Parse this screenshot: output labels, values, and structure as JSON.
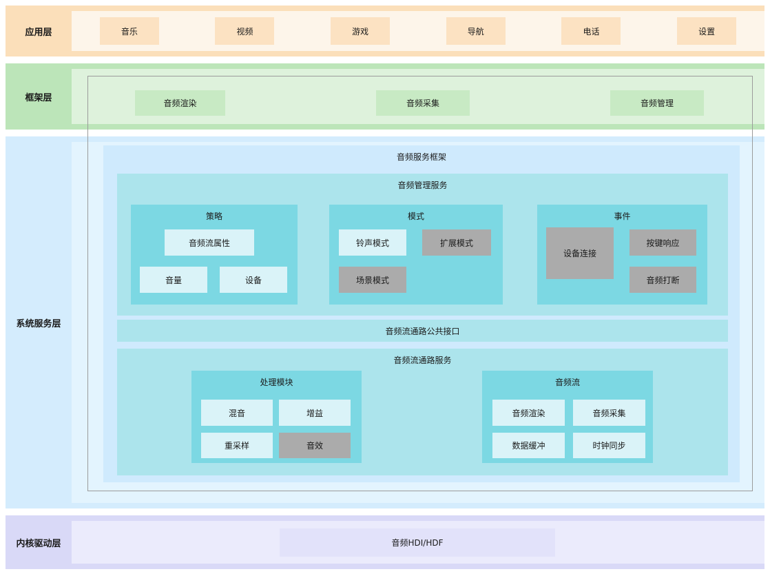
{
  "layers": {
    "app": {
      "label": "应用层",
      "apps": [
        "音乐",
        "视频",
        "游戏",
        "导航",
        "电话",
        "设置"
      ]
    },
    "framework": {
      "label": "框架层",
      "modules": [
        "音频渲染",
        "音频采集",
        "音频管理"
      ]
    },
    "system": {
      "label": "系统服务层",
      "service_framework_title": "音频服务框架",
      "management_service": {
        "title": "音频管理服务",
        "policy": {
          "title": "策略",
          "stream_attr": "音频流属性",
          "volume": "音量",
          "device": "设备"
        },
        "mode": {
          "title": "模式",
          "ring": "铃声模式",
          "extend": "扩展模式",
          "scene": "场景模式"
        },
        "event": {
          "title": "事件",
          "device_connect": "设备连接",
          "key_response": "按键响应",
          "audio_interrupt": "音频打断"
        }
      },
      "stream_interface_title": "音频流通路公共接口",
      "stream_service": {
        "title": "音频流通路服务",
        "processing": {
          "title": "处理模块",
          "mix": "混音",
          "gain": "增益",
          "resample": "重采样",
          "effect": "音效"
        },
        "stream": {
          "title": "音频流",
          "render": "音频渲染",
          "capture": "音频采集",
          "buffer": "数据缓冲",
          "clock": "时钟同步"
        }
      }
    },
    "kernel": {
      "label": "内核驱动层",
      "hdi": "音频HDI/HDF"
    }
  },
  "colors": {
    "app_band": "#fbdfba",
    "app_panel": "#fdf5ea",
    "app_box": "#fce2c2",
    "framework_band": "#bce5b9",
    "framework_panel": "#def2dc",
    "framework_box": "#c8eac4",
    "system_band": "#d4ecfd",
    "system_panel": "#e3f4fe",
    "service_framework_bg": "#cfeafd",
    "subservice_bg": "#ace4ec",
    "group_bg": "#7cd8e3",
    "leaf_bg": "#daf3f8",
    "gray_box_bg": "#ababab",
    "kernel_band": "#d9d9f7",
    "kernel_panel": "#ebebfc",
    "kernel_box": "#e2e2fa",
    "outline": "#9b9b9b"
  }
}
